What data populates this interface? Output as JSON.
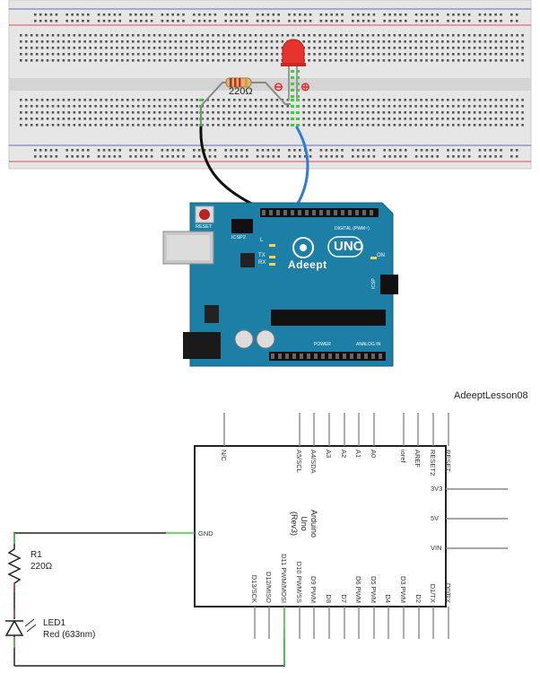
{
  "breadboard": {
    "resistor_value": "220Ω",
    "minus_sign": "⊖",
    "plus_sign": "⊕",
    "colors": {
      "board": "#e6e6e6",
      "rail_red": "#d9534f",
      "rail_blue": "#5b6fc4",
      "wire_blue": "#2f7bd6",
      "wire_black": "#111111",
      "led": "#e8322e"
    }
  },
  "arduino": {
    "brand": "Adeept",
    "model_badge": "UNO",
    "reset_label": "RESET",
    "icsp2_label": "ICSP2",
    "l_label": "L",
    "tx_label": "TX",
    "rx_label": "RX",
    "on_label": "ON",
    "digital_label": "DIGITAL (PWM~)",
    "power_label": "POWER",
    "analog_label": "ANALOG IN",
    "icsp_label": "ICSP",
    "board_color": "#1d7fa6"
  },
  "schematic": {
    "title": "AdeeptLesson08",
    "chip_name": "Arduino\nUno\n(Rev3)",
    "top_pins": [
      "N/C",
      "A5/SCL",
      "A4/SDA",
      "A3",
      "A2",
      "A1",
      "A0",
      "ioref",
      "AREF",
      "RESET2",
      "RESET"
    ],
    "right_pins": [
      "3V3",
      "5V",
      "VIN"
    ],
    "left_pin": "GND",
    "bottom_pins": [
      "D13/SCK",
      "D12/MISO",
      "D11 PWM/MOSI",
      "D10 PWM/SS",
      "D9 PWM",
      "D8",
      "D7",
      "D6 PWM",
      "D5 PWM",
      "D4",
      "D3 PWM",
      "D2",
      "D1/TX",
      "D0/RX"
    ],
    "r1_name": "R1",
    "r1_value": "220Ω",
    "led_name": "LED1",
    "led_value": "Red (633nm)"
  }
}
